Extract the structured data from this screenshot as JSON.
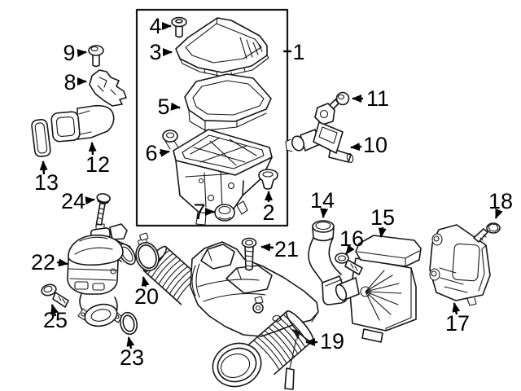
{
  "figure": {
    "background_color": "#ffffff",
    "line_color": "#161616",
    "text_color": "#000000"
  },
  "callouts": {
    "c1": "1",
    "c2": "2",
    "c3": "3",
    "c4": "4",
    "c5": "5",
    "c6": "6",
    "c7": "7",
    "c8": "8",
    "c9": "9",
    "c10": "10",
    "c11": "11",
    "c12": "12",
    "c13": "13",
    "c14": "14",
    "c15": "15",
    "c16": "16",
    "c17": "17",
    "c18": "18",
    "c19": "19",
    "c20": "20",
    "c21": "21",
    "c22": "22",
    "c23": "23",
    "c24": "24",
    "c25": "25"
  }
}
